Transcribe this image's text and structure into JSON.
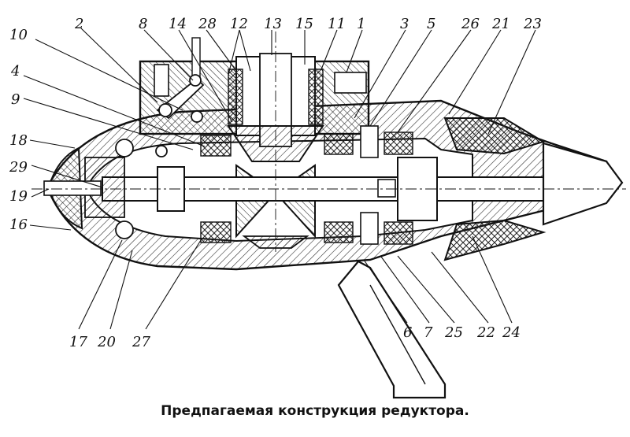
{
  "caption": "Предпагаемая конструкция редуктора.",
  "callouts": [
    {
      "id": "10",
      "text": "10"
    },
    {
      "id": "2",
      "text": "2"
    },
    {
      "id": "8",
      "text": "8"
    },
    {
      "id": "14",
      "text": "14"
    },
    {
      "id": "28",
      "text": "28"
    },
    {
      "id": "12",
      "text": "12"
    },
    {
      "id": "13",
      "text": "13"
    },
    {
      "id": "15",
      "text": "15"
    },
    {
      "id": "11",
      "text": "11"
    },
    {
      "id": "1",
      "text": "1"
    },
    {
      "id": "3",
      "text": "3"
    },
    {
      "id": "5",
      "text": "5"
    },
    {
      "id": "26",
      "text": "26"
    },
    {
      "id": "21",
      "text": "21"
    },
    {
      "id": "23",
      "text": "23"
    },
    {
      "id": "4",
      "text": "4"
    },
    {
      "id": "9",
      "text": "9"
    },
    {
      "id": "18",
      "text": "18"
    },
    {
      "id": "29",
      "text": "29"
    },
    {
      "id": "19",
      "text": "19"
    },
    {
      "id": "16",
      "text": "16"
    },
    {
      "id": "17",
      "text": "17"
    },
    {
      "id": "20",
      "text": "20"
    },
    {
      "id": "27",
      "text": "27"
    },
    {
      "id": "6",
      "text": "6"
    },
    {
      "id": "7",
      "text": "7"
    },
    {
      "id": "25",
      "text": "25"
    },
    {
      "id": "22",
      "text": "22"
    },
    {
      "id": "24",
      "text": "24"
    }
  ]
}
